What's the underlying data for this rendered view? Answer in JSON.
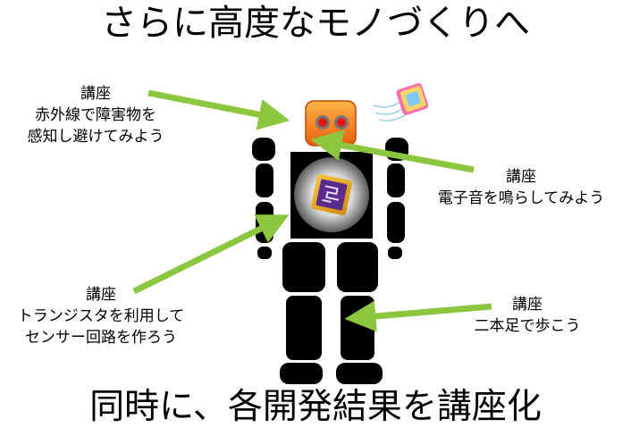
{
  "title": "さらに高度なモノづくりへ",
  "footer": "同時に、各開発結果を講座化",
  "callouts": {
    "sensor": {
      "heading": "講座",
      "line1": "赤外線で障害物を",
      "line2": "感知し避けてみよう"
    },
    "sound": {
      "heading": "講座",
      "line1": "電子音を鳴らしてみよう"
    },
    "transistor": {
      "heading": "講座",
      "line1": "トランジスタを利用して",
      "line2": "センサー回路を作ろう"
    },
    "walk": {
      "heading": "講座",
      "line1": "二本足で歩こう"
    }
  },
  "colors": {
    "arrow": "#8cc63f",
    "robot_body": "#000000",
    "head": "#f07a1a",
    "chip": "#5b2b8a"
  }
}
